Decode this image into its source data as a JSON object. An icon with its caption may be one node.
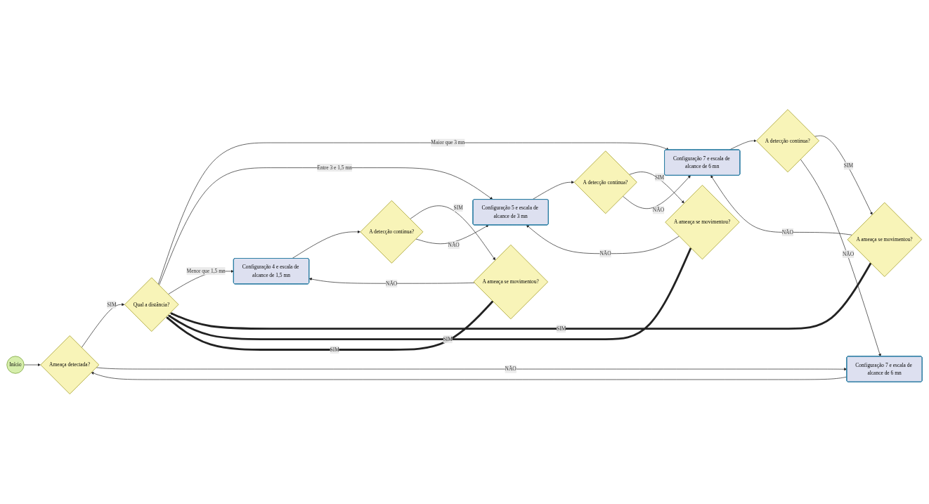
{
  "diagram": {
    "nodes": [
      {
        "text": [
          "Início"
        ]
      },
      {
        "text": [
          "Ameaça detectada?"
        ]
      },
      {
        "text": [
          "Configuração 7 e escala de alcance de 6 mn"
        ]
      },
      {
        "text": [
          "Qual a distância?"
        ]
      },
      {
        "text": [
          "Configuração 7 e escala de alcance de 6 mn"
        ]
      },
      {
        "text": [
          "A detecção continua?"
        ]
      },
      {
        "text": [
          "A ameaça se movimentou?"
        ]
      },
      {
        "text": [
          "Configuração 5 e escala de alcance de 3 mn"
        ]
      },
      {
        "text": [
          "A detecção continua?"
        ]
      },
      {
        "text": [
          "A ameaça se movimentou?"
        ]
      },
      {
        "text": [
          "Configuração 4 e escala de alcance de 1,5 mn"
        ]
      },
      {
        "text": [
          "A detecção continua?"
        ]
      },
      {
        "text": [
          "A ameaça se movimentou?"
        ]
      }
    ],
    "edges": [
      {
        "from": 0,
        "to": 1,
        "arrow": "to"
      },
      {
        "from": 1,
        "to": 3,
        "arrow": "to",
        "label": "SIM"
      },
      {
        "from": 1,
        "to": 2,
        "arrow": "to",
        "label": "NÃO"
      },
      {
        "from": 2,
        "to": 1,
        "arrow": "to"
      },
      {
        "from": 3,
        "to": 4,
        "arrow": "to",
        "label": "Maior que 3 mn"
      },
      {
        "from": 3,
        "to": 7,
        "arrow": "to",
        "label": "Entre 3 e 1,5 mn"
      },
      {
        "from": 3,
        "to": 10,
        "arrow": "to",
        "label": "Menor que 1,5 mn"
      },
      {
        "from": 4,
        "to": 5,
        "arrow": "to"
      },
      {
        "from": 5,
        "to": 6,
        "arrow": "to",
        "label": "SIM"
      },
      {
        "from": 5,
        "to": 2,
        "arrow": "to",
        "label": "NÃO"
      },
      {
        "from": 6,
        "to": 3,
        "arrow": "to",
        "label": "SIM",
        "style": "thick"
      },
      {
        "from": 6,
        "to": 4,
        "arrow": "to",
        "label": "NÃO"
      },
      {
        "from": 7,
        "to": 8,
        "arrow": "to"
      },
      {
        "from": 8,
        "to": 9,
        "arrow": "to",
        "label": "SIM"
      },
      {
        "from": 8,
        "to": 4,
        "arrow": "to",
        "label": "NÃO"
      },
      {
        "from": 9,
        "to": 3,
        "arrow": "to",
        "label": "SIM",
        "style": "thick"
      },
      {
        "from": 9,
        "to": 7,
        "arrow": "to",
        "label": "NÃO"
      },
      {
        "from": 10,
        "to": 11,
        "arrow": "to"
      },
      {
        "from": 11,
        "to": 12,
        "arrow": "to",
        "label": "SIM"
      },
      {
        "from": 11,
        "to": 7,
        "arrow": "to",
        "label": "NÃO"
      },
      {
        "from": 12,
        "to": 3,
        "arrow": "to",
        "label": "SIM",
        "style": "thick"
      },
      {
        "from": 12,
        "to": 10,
        "arrow": "to",
        "label": "NÃO"
      }
    ]
  }
}
